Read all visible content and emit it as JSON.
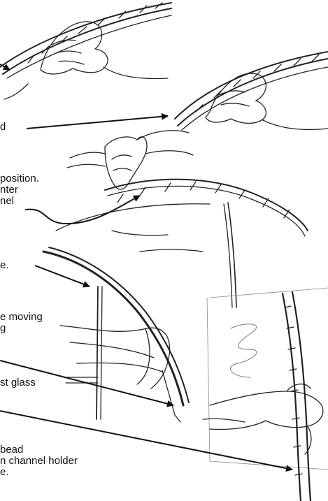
{
  "labels": {
    "a": "d",
    "b1": "position.",
    "b2": "nter",
    "b3": "nel",
    "c": "e.",
    "d1": "e moving",
    "d2": "g",
    "e": "st glass",
    "f1": " bead",
    "f2": "n channel holder",
    "f3": "e."
  },
  "illustrations": [
    "hand-pressing-seal-into-channel",
    "hand-pressing-seal-into-channel-detail",
    "hand-seating-seal-on-glass-edge",
    "hand-holding-channel-holder",
    "hand-tucking-seal-into-channel",
    "hand-gripping-channel-holder-on-glass"
  ]
}
